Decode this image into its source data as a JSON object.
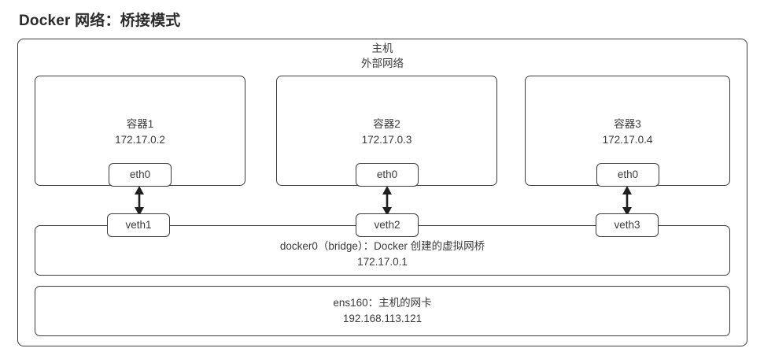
{
  "title": "Docker 网络：桥接模式",
  "host": {
    "name": "主机",
    "network": "外部网络"
  },
  "containers": [
    {
      "name": "容器1",
      "ip": "172.17.0.2",
      "iface": "eth0",
      "veth": "veth1"
    },
    {
      "name": "容器2",
      "ip": "172.17.0.3",
      "iface": "eth0",
      "veth": "veth2"
    },
    {
      "name": "容器3",
      "ip": "172.17.0.4",
      "iface": "eth0",
      "veth": "veth3"
    }
  ],
  "bridge": {
    "label": "docker0（bridge）：Docker 创建的虚拟网桥",
    "ip": "172.17.0.1"
  },
  "host_nic": {
    "label": "ens160：主机的网卡",
    "ip": "192.168.113.121"
  },
  "colors": {
    "stroke": "#3c3c3c",
    "text": "#3a3a3a",
    "title": "#2b2b2b",
    "background": "#ffffff"
  }
}
